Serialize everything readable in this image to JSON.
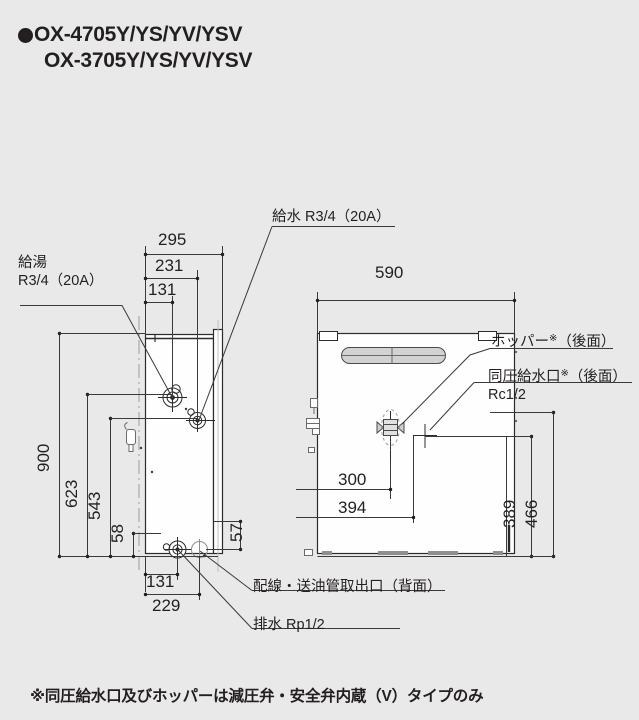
{
  "page": {
    "background_color": "#e9e9e9",
    "ink_color": "#231f20",
    "line_color": "#3a3a3a"
  },
  "title": {
    "bullet_icon": "filled-circle-bullet",
    "line1": "OX-4705Y/YS/YV/YSV",
    "line2": "OX-3705Y/YS/YV/YSV"
  },
  "front_view": {
    "labels": {
      "hot_water_outlet": {
        "line1": "給湯",
        "line2": "R3/4（20A）"
      },
      "water_inlet": "給水 R3/4（20A）",
      "wiring_oil_pipe_outlet": "配線・送油管取出口（背面）",
      "drain": "排水 Rp1/2"
    },
    "dimensions": {
      "top_295": "295",
      "top_231": "231",
      "top_131": "131",
      "left_900": "900",
      "left_623": "623",
      "left_543": "543",
      "left_58": "58",
      "right_57": "57",
      "bottom_131": "131",
      "bottom_229": "229"
    }
  },
  "side_view": {
    "labels": {
      "hopper": {
        "text": "ホッパー",
        "mark": "※",
        "suffix": "（後面）"
      },
      "equal_pressure_inlet": {
        "text": "同圧給水口",
        "mark": "※",
        "suffix": "（後面）"
      },
      "equal_pressure_inlet_spec": "Rc1/2"
    },
    "dimensions": {
      "top_590": "590",
      "inner_300": "300",
      "inner_394": "394",
      "right_389": "389",
      "right_466": "466"
    }
  },
  "footnote": {
    "text": "※同圧給水口及びホッパーは減圧弁・安全弁内蔵（V）タイプのみ"
  }
}
